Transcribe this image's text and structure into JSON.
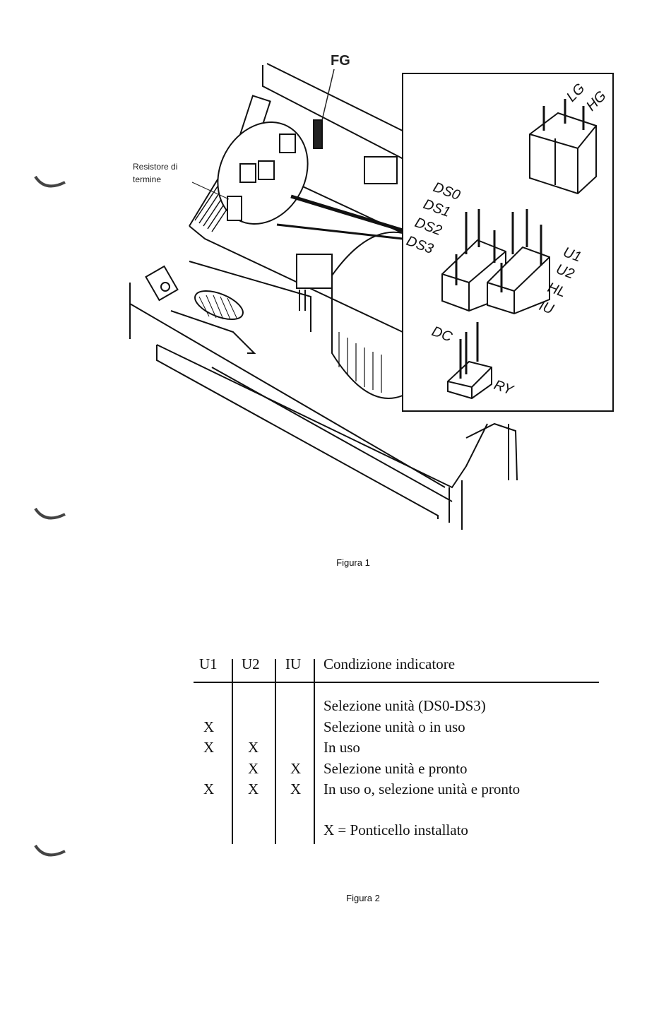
{
  "figure1": {
    "callout_fg": "FG",
    "callout_resistor_line1": "Resistore di",
    "callout_resistor_line2": "termine",
    "inset_labels": {
      "lg": "LG",
      "hg": "HG",
      "ds0": "DS0",
      "ds1": "DS1",
      "ds2": "DS2",
      "ds3": "DS3",
      "u1": "U1",
      "u2": "U2",
      "hl": "HL",
      "iu": "IU",
      "dc": "DC",
      "ry": "RY"
    },
    "caption": "Figura 1"
  },
  "figure2": {
    "table": {
      "headers": [
        "U1",
        "U2",
        "IU",
        "Condizione indicatore"
      ],
      "rows": [
        [
          "",
          "",
          "",
          "Selezione unità (DS0-DS3)"
        ],
        [
          "X",
          "",
          "",
          "Selezione unità o in uso"
        ],
        [
          "X",
          "X",
          "",
          "In uso"
        ],
        [
          "",
          "X",
          "X",
          "Selezione unità e pronto"
        ],
        [
          "X",
          "X",
          "X",
          "In uso o, selezione unità e pronto"
        ]
      ],
      "legend": "X = Ponticello installato"
    },
    "caption": "Figura 2"
  }
}
